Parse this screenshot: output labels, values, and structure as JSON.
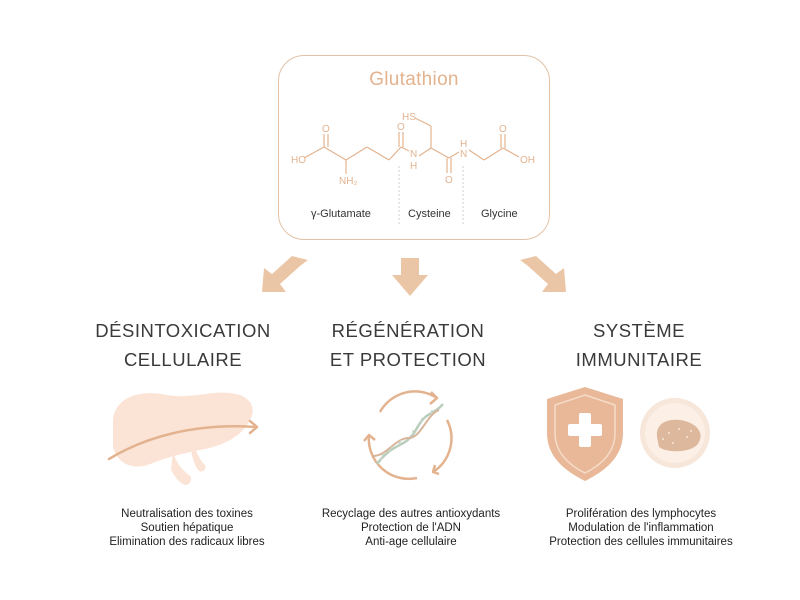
{
  "title": "Glutathion",
  "molecule": {
    "atoms": {
      "ho_left": "HO",
      "o_top_left": "O",
      "nh2": "NH₂",
      "o_glu": "O",
      "n_left": "N",
      "h_left": "H",
      "sh": "HS",
      "o_cys": "O",
      "h_right": "H",
      "n_right": "N",
      "o_gly": "O",
      "oh_right": "OH"
    },
    "amino_acids": [
      "γ-Glutamate",
      "Cysteine",
      "Glycine"
    ]
  },
  "columns": [
    {
      "title_lines": [
        "DÉSINTOXICATION",
        "CELLULAIRE"
      ],
      "icon": "liver-icon",
      "items": [
        "Neutralisation des toxines",
        "Soutien hépatique",
        "Elimination des radicaux libres"
      ]
    },
    {
      "title_lines": [
        "RÉGÉNÉRATION",
        "ET PROTECTION"
      ],
      "icon": "dna-recycle-icon",
      "items": [
        "Recyclage des autres antioxydants",
        "Protection de l'ADN",
        "Anti-age cellulaire"
      ]
    },
    {
      "title_lines": [
        "SYSTÈME",
        "IMMUNITAIRE"
      ],
      "icon": "shield-cell-icon",
      "items": [
        "Prolifération des lymphocytes",
        "Modulation de l'inflammation",
        "Protection des cellules immunitaires"
      ]
    }
  ],
  "colors": {
    "accent": "#e3b38f",
    "arrow": "#ebc6a6",
    "border": "#e3c2a6",
    "liver": "#fbe4d6",
    "shield": "#e8b898"
  }
}
